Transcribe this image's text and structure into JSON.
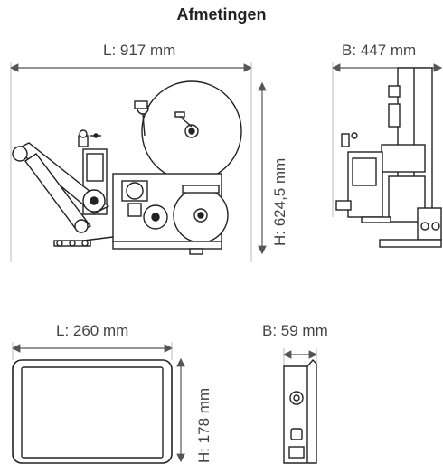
{
  "title": "Afmetingen",
  "machine": {
    "length_label": "L: 917 mm",
    "height_label": "H: 624,5 mm",
    "width_label": "B: 447 mm"
  },
  "screen": {
    "length_label": "L: 260 mm",
    "height_label": "H: 178 mm",
    "width_label": "B: 59 mm"
  },
  "colors": {
    "line": "#222222",
    "dim": "#555555",
    "fill": "#ffffff"
  }
}
